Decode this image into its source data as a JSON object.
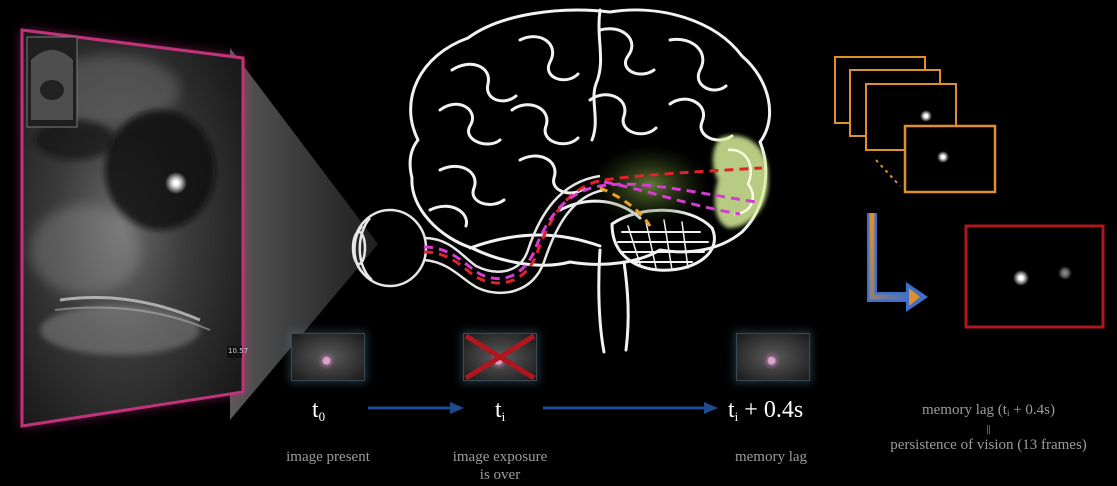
{
  "timeline": {
    "t0": {
      "symbol": "t",
      "subscript": "0",
      "caption": "image present"
    },
    "ti": {
      "symbol": "t",
      "subscript": "i",
      "caption_line1": "image exposure",
      "caption_line2": "is over"
    },
    "tlag": {
      "symbol": "t",
      "subscript": "i",
      "suffix": " + 0.4s",
      "caption": "memory lag"
    }
  },
  "memory_note": {
    "line1_prefix": "memory lag (t",
    "line1_sub": "i",
    "line1_suffix": " + 0.4s)",
    "separator": "||",
    "line2": "persistence of vision (13 frames)"
  },
  "ultrasound_overlay_text": "10.57",
  "colors": {
    "ultrasound_border": "#c0337a",
    "frame_border": "#e0902a",
    "result_border": "#b0161e",
    "timeline_arrow": "#1f4a8e",
    "optic_red": "#e0222a",
    "optic_magenta": "#d43cd2",
    "optic_orange": "#f0a020",
    "visual_cortex": "#d7ef9a"
  }
}
